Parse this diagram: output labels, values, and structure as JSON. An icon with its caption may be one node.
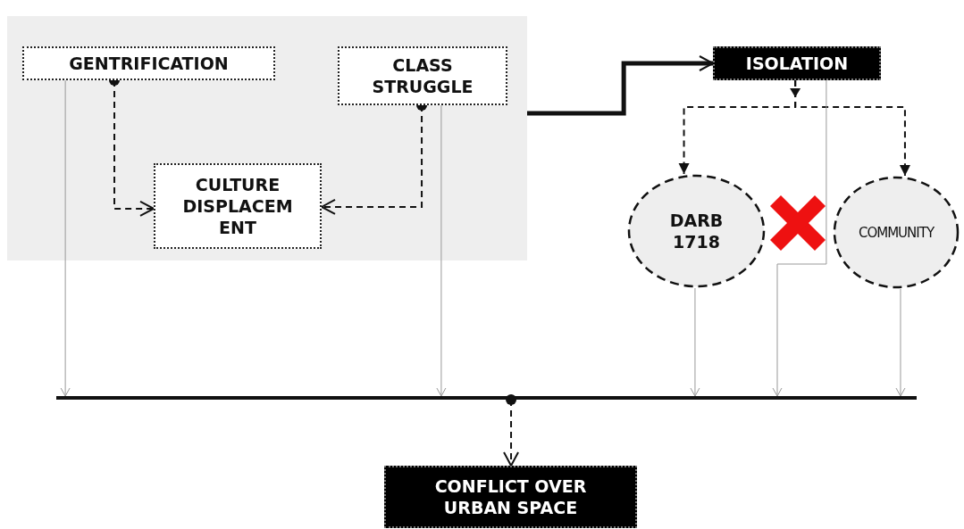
{
  "diagram": {
    "nodes": [
      {
        "text": [],
        "shape": "box"
      },
      {
        "text": [
          "GENTRIFICATION"
        ],
        "in": 0
      },
      {
        "text": [
          "CLASS STRUGGLE"
        ],
        "in": 0
      },
      {
        "text": [
          "CULTURE DISPLACEM ENT"
        ],
        "in": 0
      },
      {
        "text": [
          "ISOLATION"
        ]
      },
      {
        "text": [
          "DARB 1718"
        ]
      },
      {
        "text": [
          "COMMUNITY"
        ]
      },
      {
        "text": [],
        "shape": "cross"
      },
      {
        "text": [],
        "shape": "bar"
      },
      {
        "text": [
          "CONFLICT OVER URBAN SPACE"
        ]
      }
    ],
    "edges": [
      {
        "from": 1,
        "to": 3,
        "arrow": "to",
        "style": "dashed"
      },
      {
        "from": 2,
        "to": 3,
        "arrow": "to",
        "style": "dashed"
      },
      {
        "from": 0,
        "to": 4,
        "arrow": "to",
        "style": "thick"
      },
      {
        "from": 4,
        "to": 5,
        "arrow": "to",
        "style": "dashed"
      },
      {
        "from": 4,
        "to": 6,
        "arrow": "to",
        "style": "dashed"
      },
      {
        "from": 1,
        "to": 8,
        "arrow": "to",
        "color": "#999999"
      },
      {
        "from": 2,
        "to": 8,
        "arrow": "to",
        "color": "#999999"
      },
      {
        "from": 5,
        "to": 8,
        "arrow": "to",
        "color": "#999999"
      },
      {
        "from": 4,
        "to": 8,
        "arrow": "to",
        "color": "#999999"
      },
      {
        "from": 6,
        "to": 8,
        "arrow": "to",
        "color": "#999999"
      },
      {
        "from": 8,
        "to": 9,
        "arrow": "to",
        "style": "dashed"
      }
    ]
  }
}
